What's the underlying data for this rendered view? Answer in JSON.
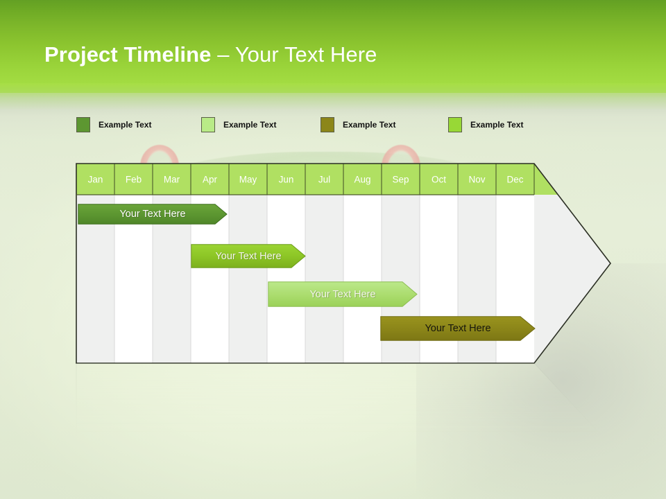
{
  "slide": {
    "title_strong": "Project Timeline",
    "title_light": " – Your Text Here"
  },
  "colors": {
    "header_top": "#63a024",
    "header_bottom": "#a7de45",
    "month_cell": "#b0e062",
    "arrow_fill": "#eff0ef",
    "arrow_stroke": "#2b2f24",
    "col_alt": "#ffffff",
    "col_base": "#efefef",
    "series_dark_green": "#5d9731",
    "series_bright_green": "#8dc626",
    "series_light_green": "#acdd70",
    "series_olive": "#8c8619"
  },
  "legend": {
    "items": [
      {
        "label": "Example Text",
        "color": "#5d9731",
        "x": 0
      },
      {
        "label": "Example Text",
        "color": "#b9eb87",
        "x": 180
      },
      {
        "label": "Example Text",
        "color": "#8c8619",
        "x": 352
      },
      {
        "label": "Example Text",
        "color": "#98d836",
        "x": 536
      }
    ]
  },
  "chart_data": {
    "type": "bar",
    "title": "Project Timeline – Your Text Here",
    "xlabel": "",
    "ylabel": "",
    "categories": [
      "Jan",
      "Feb",
      "Mar",
      "Apr",
      "May",
      "Jun",
      "Jul",
      "Aug",
      "Sep",
      "Oct",
      "Nov",
      "Dec"
    ],
    "legend_position": "top",
    "grid": true,
    "series": [
      {
        "name": "Example Text",
        "label": "Your  Text Here",
        "color": "#5d9731",
        "text_color": "#ffffff",
        "start_month": "Jan",
        "end_month": "Apr",
        "start_index": 0,
        "end_index": 4,
        "row": 0
      },
      {
        "name": "Example Text",
        "label": "Your  Text Here",
        "color": "#8dc626",
        "text_color": "#f4f8ea",
        "start_month": "Apr",
        "end_month": "Jul",
        "start_index": 3,
        "end_index": 6,
        "row": 1
      },
      {
        "name": "Example Text",
        "label": "Your  Text Here",
        "color": "#acdd70",
        "text_color": "#f4f8ea",
        "start_month": "Jun",
        "end_month": "Sep",
        "start_index": 5,
        "end_index": 9,
        "row": 2
      },
      {
        "name": "Example Text",
        "label": "Your  Text Here",
        "color": "#8c8619",
        "text_color": "#16160c",
        "start_month": "Sep",
        "end_month": "Dec",
        "start_index": 8,
        "end_index": 12,
        "row": 3
      }
    ]
  },
  "months": {
    "labels": [
      "Jan",
      "Feb",
      "Mar",
      "Apr",
      "May",
      "Jun",
      "Jul",
      "Aug",
      "Sep",
      "Oct",
      "Nov",
      "Dec"
    ]
  },
  "bars": {
    "b0": "Your  Text Here",
    "b1": "Your  Text Here",
    "b2": "Your  Text Here",
    "b3": "Your  Text Here"
  }
}
